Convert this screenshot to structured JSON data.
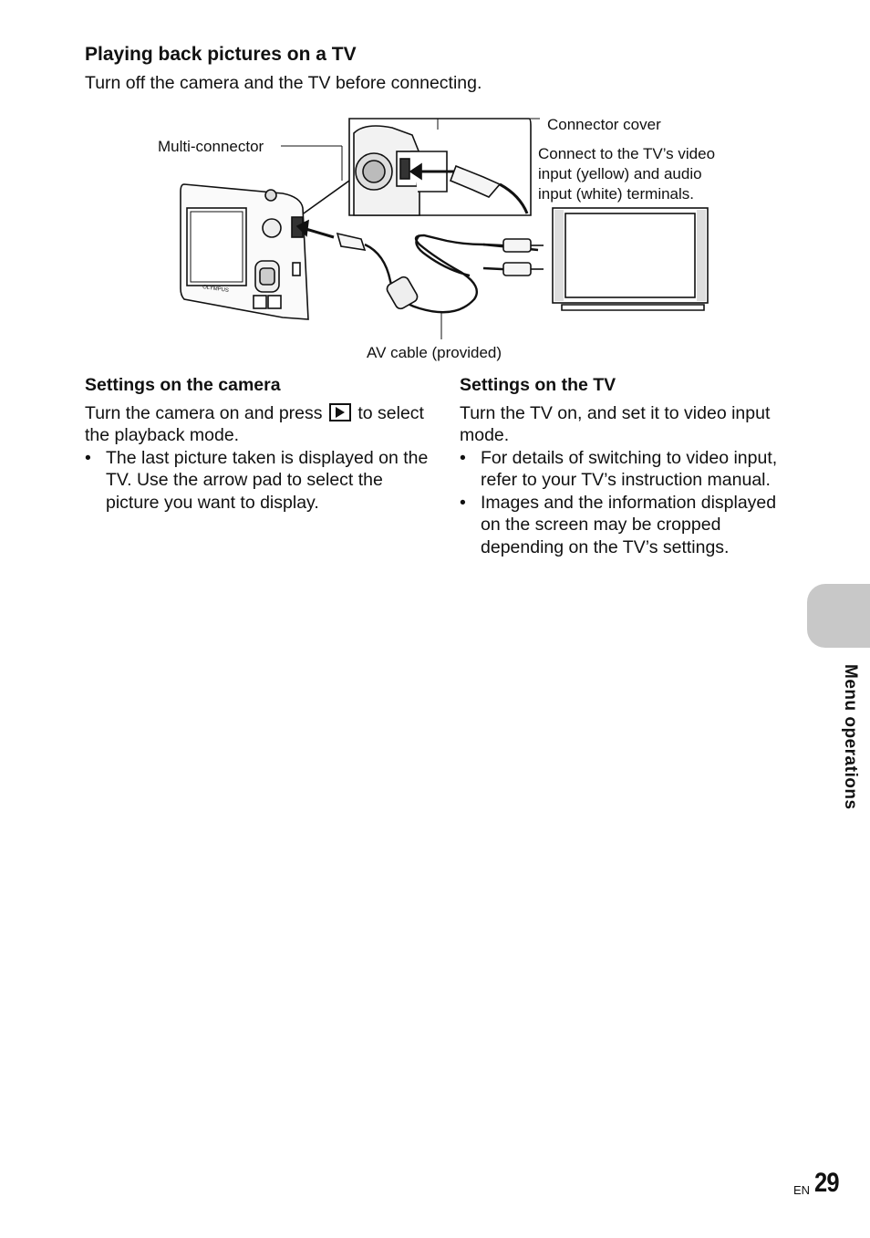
{
  "section": {
    "heading": "Playing back pictures on a TV",
    "intro": "Turn off the camera and the TV before connecting."
  },
  "figure": {
    "label_multi_connector": "Multi-connector",
    "label_connector_cover": "Connector cover",
    "label_connect_line1": "Connect to the TV’s video",
    "label_connect_line2": "input (yellow) and audio",
    "label_connect_line3": "input (white) terminals.",
    "label_av_cable": "AV cable (provided)",
    "brand_text": "OLYMPUS"
  },
  "camera_settings": {
    "heading": "Settings on the camera",
    "text_before_key": "Turn the camera on and press",
    "text_after_key": "to select the playback mode.",
    "key_icon": "playback-button-icon",
    "bullets": [
      "The last picture taken is displayed on the TV. Use the arrow pad to select the picture you want to display."
    ]
  },
  "tv_settings": {
    "heading": "Settings on the TV",
    "text": "Turn the TV on, and set it to video input mode.",
    "bullets": [
      "For details of switching to video input, refer to your TV’s instruction manual.",
      "Images and the information displayed on the screen may be cropped depending on the TV’s settings."
    ]
  },
  "side_tab": {
    "label": "Menu operations",
    "color": "#c8c8c8"
  },
  "footer": {
    "lang": "EN",
    "page_number": "29"
  },
  "bullet_char": "•"
}
